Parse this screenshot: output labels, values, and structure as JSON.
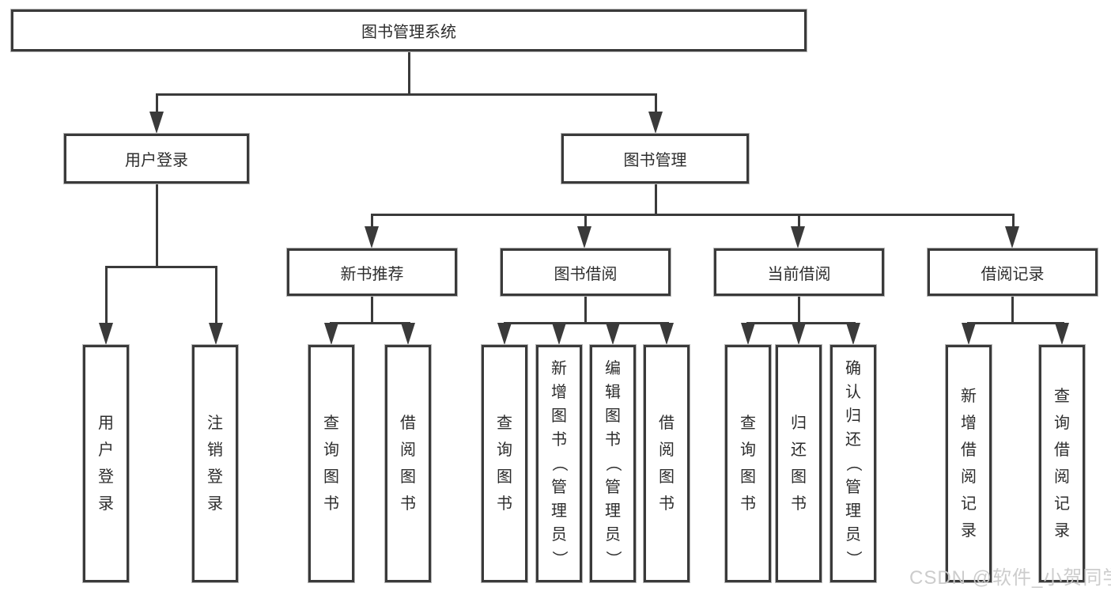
{
  "tree": {
    "root": {
      "label": "图书管理系统"
    },
    "branches": [
      {
        "label": "用户登录",
        "leaves": [
          {
            "label": "用户登录"
          },
          {
            "label": "注销登录"
          }
        ]
      },
      {
        "label": "图书管理",
        "groups": [
          {
            "label": "新书推荐",
            "leaves": [
              {
                "label": "查询图书"
              },
              {
                "label": "借阅图书"
              }
            ]
          },
          {
            "label": "图书借阅",
            "leaves": [
              {
                "label": "查询图书"
              },
              {
                "label": "新增图书（管理员）"
              },
              {
                "label": "编辑图书（管理员）"
              },
              {
                "label": "借阅图书"
              }
            ]
          },
          {
            "label": "当前借阅",
            "leaves": [
              {
                "label": "查询图书"
              },
              {
                "label": "归还图书"
              },
              {
                "label": "确认归还（管理员）"
              }
            ]
          },
          {
            "label": "借阅记录",
            "leaves": [
              {
                "label": "新增借阅记录"
              },
              {
                "label": "查询借阅记录"
              }
            ]
          }
        ]
      }
    ]
  },
  "watermark": "CSDN @软件_小贺同学",
  "colors": {
    "line": "#3a3a3a",
    "text": "#2d2d2d",
    "watermark": "#c9c9c9",
    "background": "#ffffff"
  }
}
